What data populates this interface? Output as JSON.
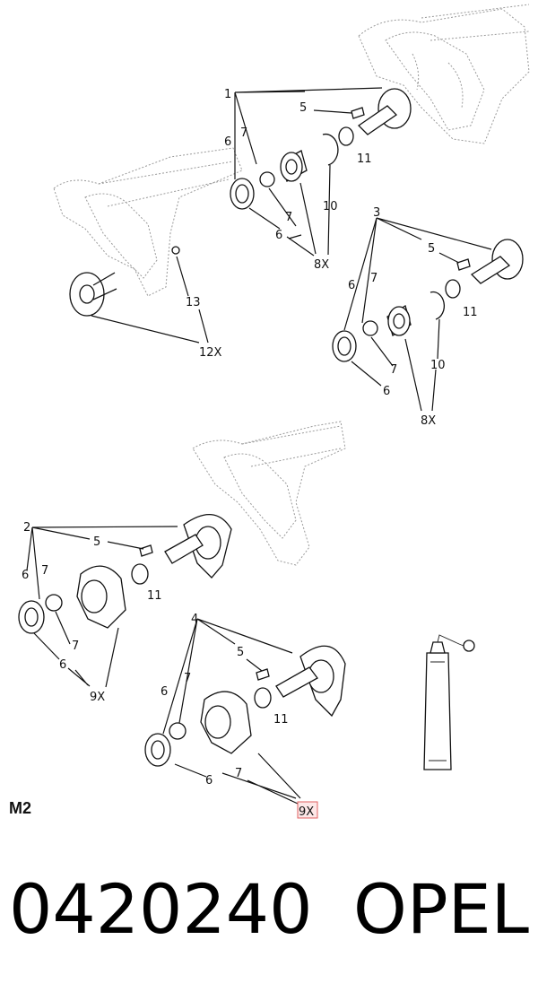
{
  "labels": {
    "l1": "1",
    "l2": "2",
    "l3": "3",
    "l4": "4",
    "l5": "5",
    "l6": "6",
    "l7": "7",
    "l10": "10",
    "l11": "11",
    "l13": "13",
    "l8x": "8X",
    "l9x": "9X",
    "l12x": "12X"
  },
  "highlight_label": "9X",
  "section_code": "M2",
  "part_number": "0420240",
  "brand": "OPEL"
}
